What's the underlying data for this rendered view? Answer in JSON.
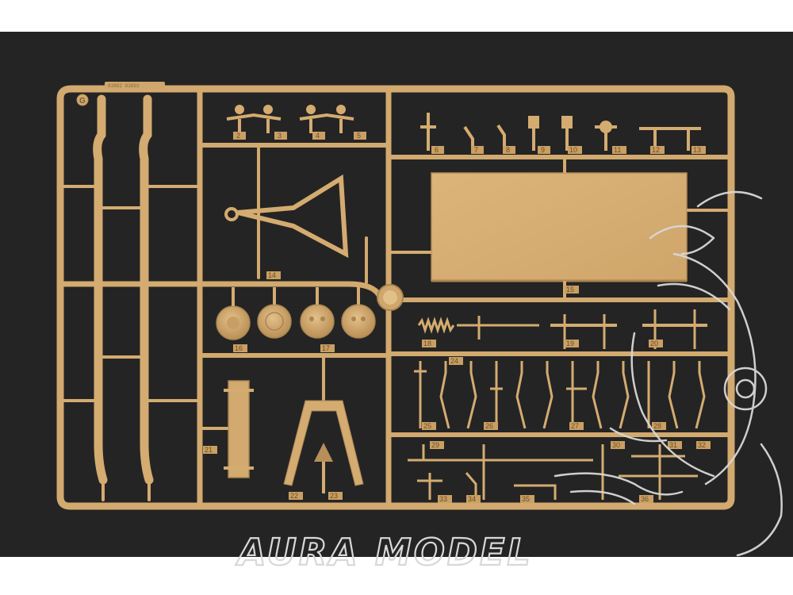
{
  "sprue": {
    "letter": "G",
    "code": "83892  83893",
    "part_numbers": [
      "2",
      "3",
      "4",
      "5",
      "6",
      "7",
      "8",
      "9",
      "10",
      "11",
      "12",
      "13",
      "14",
      "15",
      "16",
      "17",
      "18",
      "19",
      "20",
      "21",
      "22",
      "23",
      "24",
      "25",
      "26",
      "27",
      "28",
      "29",
      "30",
      "31",
      "32",
      "33",
      "34",
      "35",
      "36"
    ]
  },
  "watermark": {
    "text": "AURA MODEL"
  },
  "colors": {
    "background": "#242424",
    "plastic": "#d6ae73",
    "plastic_shadow": "#a98550",
    "plastic_highlight": "#e6c38d",
    "watermark": "#d8d8d8"
  }
}
